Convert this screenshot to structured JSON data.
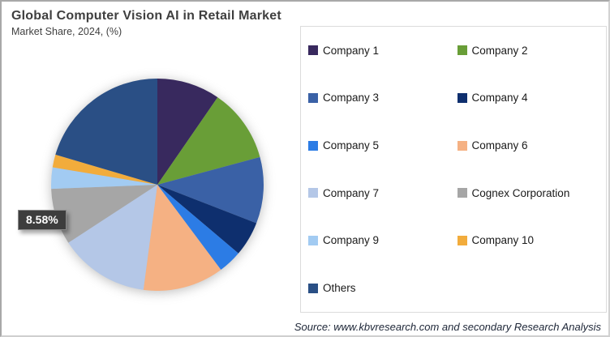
{
  "header": {
    "title": "Global Computer Vision AI in Retail Market",
    "subtitle": "Market Share, 2024, (%)"
  },
  "chart_data": {
    "type": "pie",
    "title": "Global Computer Vision AI in Retail Market",
    "subtitle": "Market Share, 2024, (%)",
    "unit": "%",
    "start_angle_deg": 0,
    "direction": "clockwise",
    "legend_position": "right",
    "labels": [
      "Company 1",
      "Company 2",
      "Company 3",
      "Company 4",
      "Company 5",
      "Company 6",
      "Company 7",
      "Cognex Corporation",
      "Company 9",
      "Company 10",
      "Others"
    ],
    "values": [
      9.6,
      11.2,
      10.1,
      5.3,
      3.6,
      12.3,
      13.7,
      8.58,
      3.25,
      1.94,
      20.43
    ],
    "colors": [
      "#38295e",
      "#699e37",
      "#3a61a6",
      "#0e2f6e",
      "#2c7ce5",
      "#f5b183",
      "#b4c7e7",
      "#a6a6a6",
      "#a2cbf2",
      "#f2ac3c",
      "#2a4f85"
    ],
    "labeled_slice": {
      "label": "Cognex Corporation",
      "text": "8.58%",
      "value": 8.58
    },
    "callout_style": {
      "background": "#3d3d3d",
      "text_color": "#ffffff"
    }
  },
  "footer": {
    "source": "Source: www.kbvresearch.com and secondary Research Analysis"
  }
}
